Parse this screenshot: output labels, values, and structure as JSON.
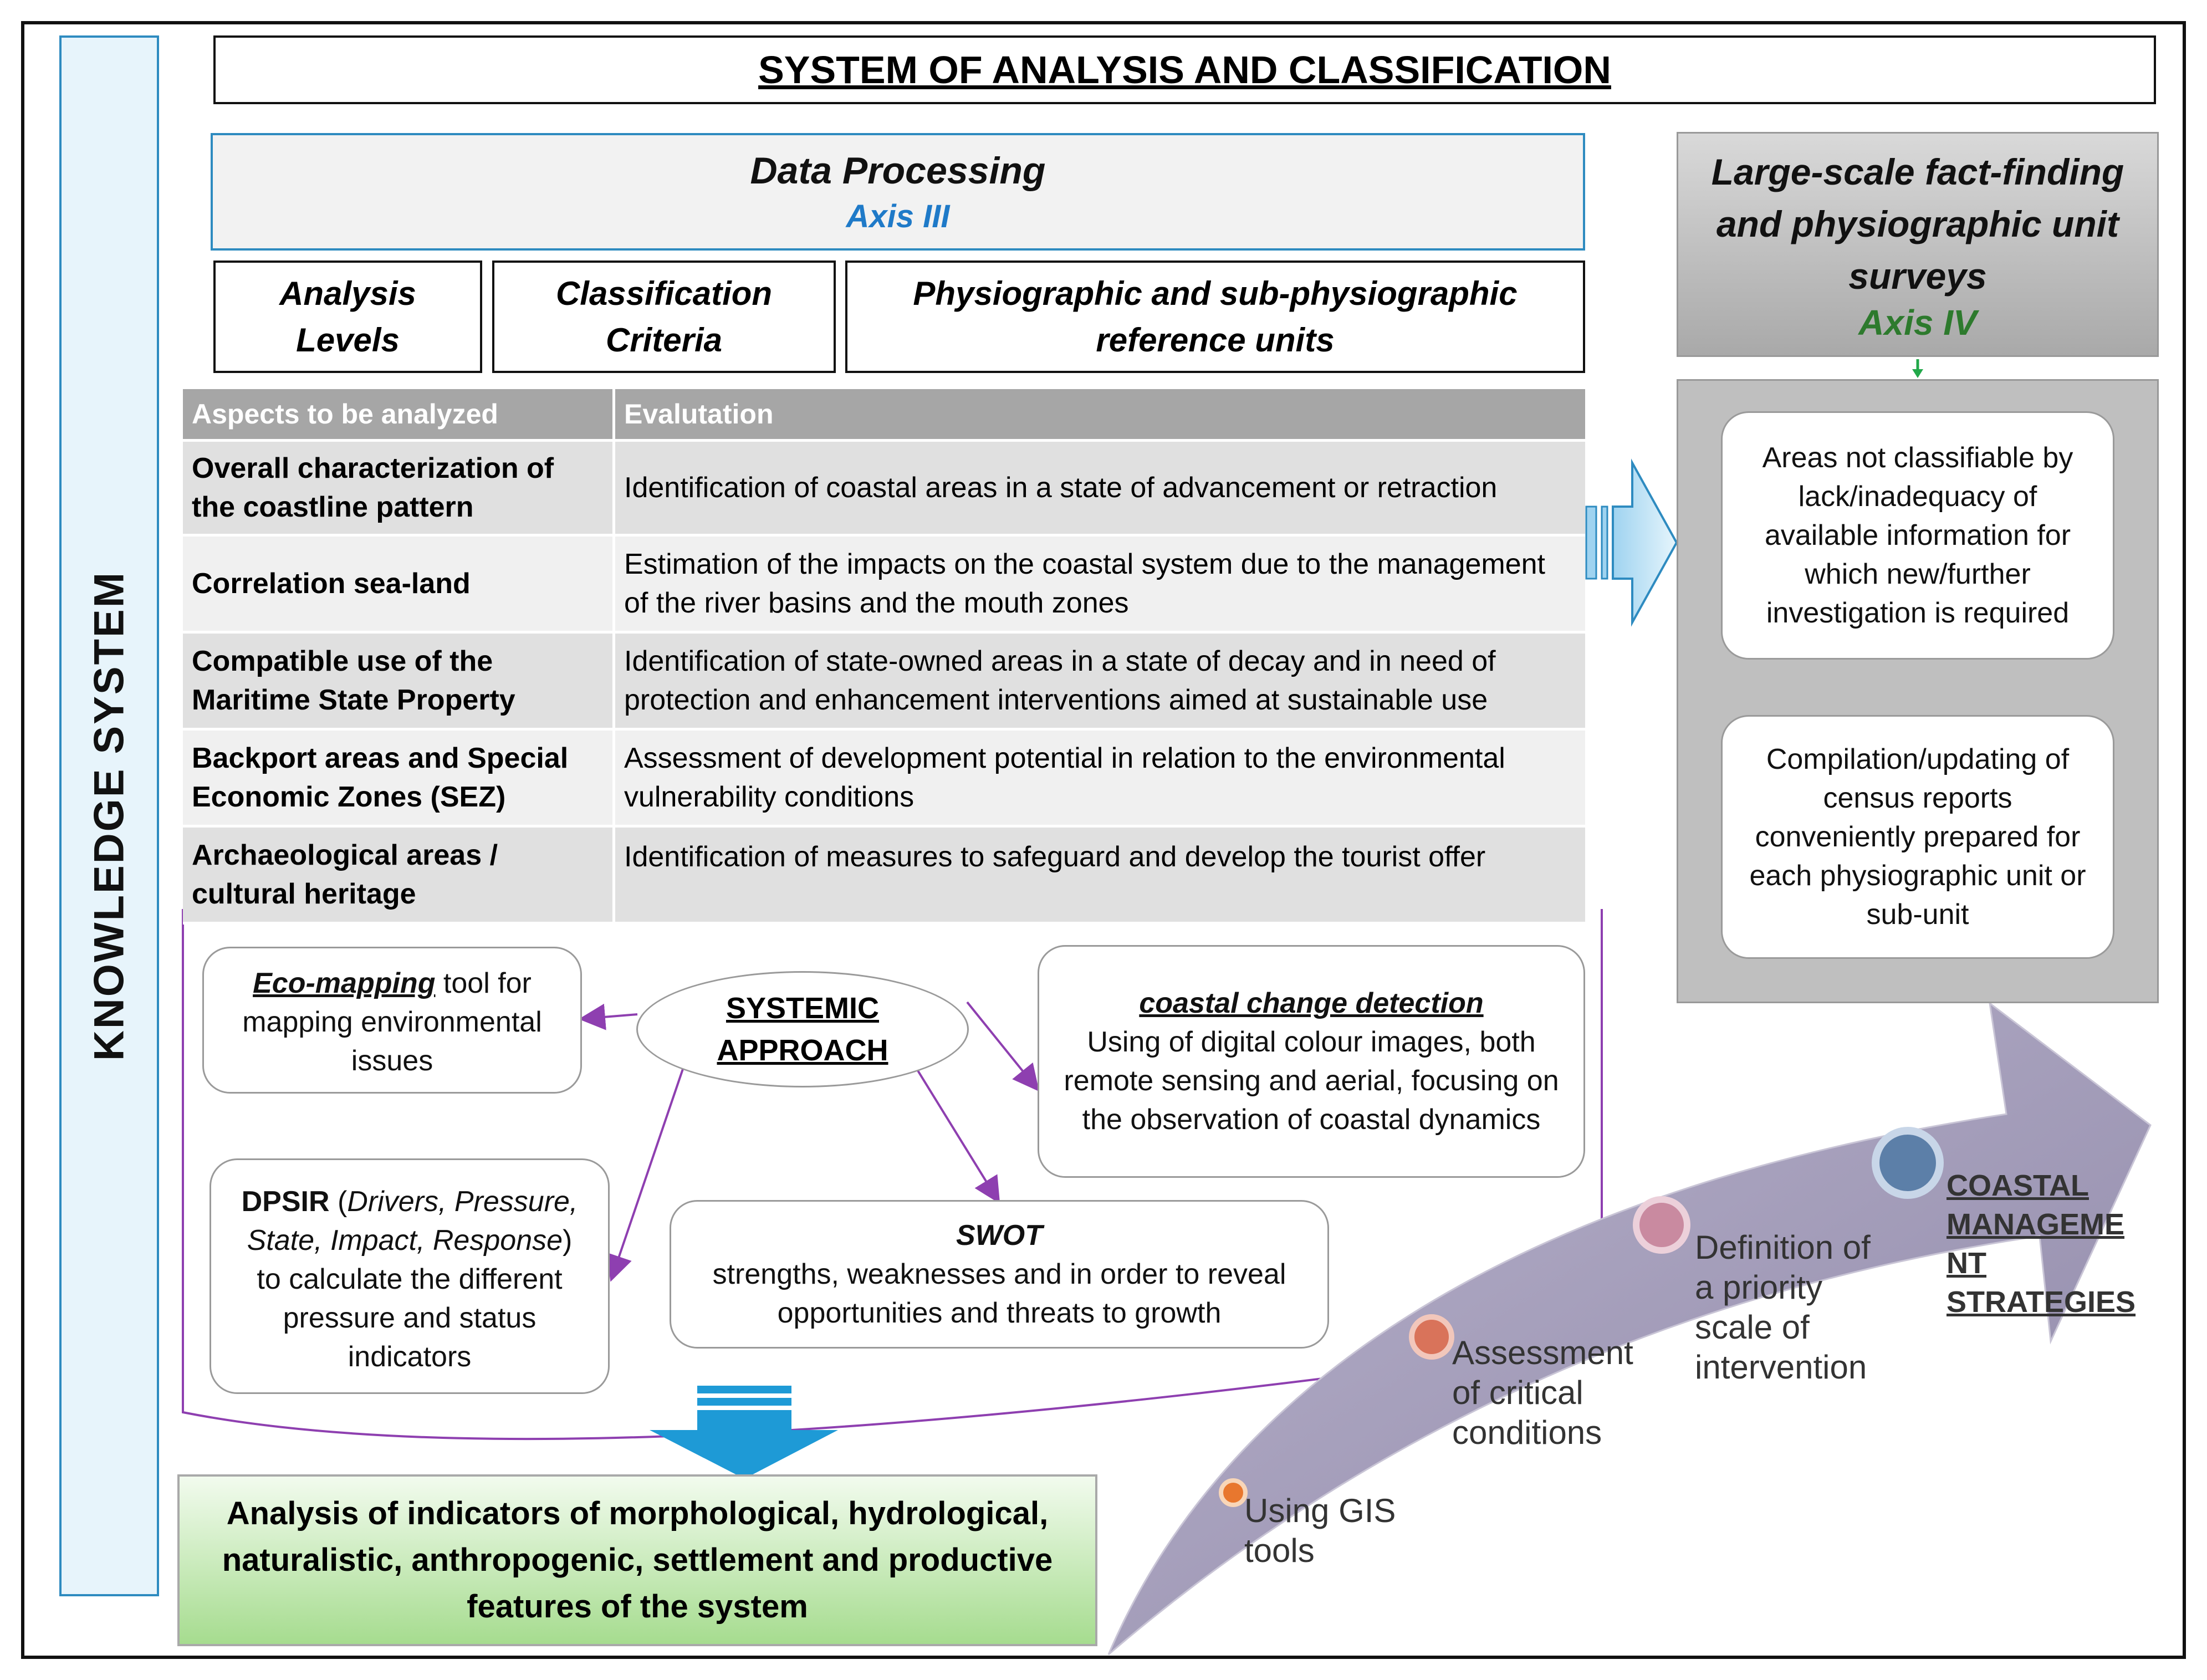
{
  "title": "SYSTEM OF ANALYSIS AND CLASSIFICATION",
  "knowledge_system": "KNOWLEDGE SYSTEM",
  "data_processing": {
    "title": "Data Processing",
    "axis": "Axis III"
  },
  "headers": {
    "analysis_levels": "Analysis Levels",
    "classification_criteria": "Classification Criteria",
    "reference_units": "Physiographic and sub-physiographic reference units"
  },
  "table": {
    "col1": "Aspects to be analyzed",
    "col2": "Evalutation",
    "rows": [
      {
        "aspect": "Overall characterization of the coastline pattern",
        "evaluation": "Identification of coastal areas in a state of advancement or retraction"
      },
      {
        "aspect": "Correlation sea-land",
        "evaluation": "Estimation of the impacts on the coastal system due to the management of the river basins and the mouth zones"
      },
      {
        "aspect": "Compatible use of the Maritime State Property",
        "evaluation": "Identification of state-owned areas in a state of decay and in need of protection and enhancement interventions aimed at sustainable use"
      },
      {
        "aspect": "Backport areas and Special Economic Zones (SEZ)",
        "evaluation": "Assessment of development potential in relation to the environmental vulnerability conditions"
      },
      {
        "aspect": "Archaeological areas / cultural heritage",
        "evaluation": "Identification of measures to safeguard and develop the tourist offer"
      }
    ]
  },
  "systemic": {
    "line1": "SYSTEMIC",
    "line2": "APPROACH"
  },
  "eco_mapping": {
    "term": "Eco-mapping",
    "rest": " tool for mapping environmental issues"
  },
  "coastal_change": {
    "title": "coastal change detection",
    "body": "Using of digital colour images, both remote sensing and aerial, focusing on the observation of coastal dynamics"
  },
  "dpsir": {
    "term": "DPSIR",
    "paren_open": " (",
    "italic": "Drivers, Pressure, State, Impact, Response",
    "rest": ") to calculate the different pressure and status indicators"
  },
  "swot": {
    "title": "SWOT",
    "body": "strengths, weaknesses and in order to reveal opportunities and threats to growth"
  },
  "analysis_indicators": "Analysis of indicators of morphological, hydrological, naturalistic, anthropogenic, settlement and productive features of the system",
  "axis4": {
    "title": "Large-scale fact-finding and physiographic unit surveys",
    "axis": "Axis IV"
  },
  "areas_box": "Areas not classifiable by lack/inadequacy of available information for which new/further investigation is required",
  "compilation_box": "Compilation/updating of census reports conveniently prepared for each physiographic unit or sub-unit",
  "steps": {
    "s1": "Using GIS tools",
    "s2": "Assessment of critical conditions",
    "s3": "Definition of a priority scale of intervention",
    "s4_l1": "COASTAL",
    "s4_l2": "MANAGEME",
    "s4_l3": "NT",
    "s4_l4": "STRATEGIES"
  },
  "colors": {
    "blue_border": "#2e8bc0",
    "axis3": "#1f7ac8",
    "axis4": "#2d7a2d",
    "purple": "#8e3fb0",
    "arrow_blue": "#1e9ad6"
  }
}
